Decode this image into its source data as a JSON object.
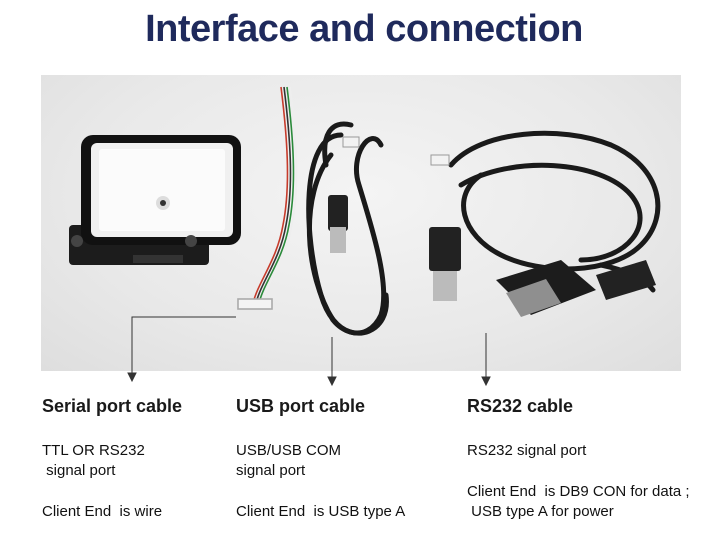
{
  "title": "Interface and connection",
  "columns": [
    {
      "heading": "Serial port cable",
      "desc": [
        "TTL OR RS232",
        " signal port"
      ],
      "client": "Client End  is wire"
    },
    {
      "heading": "USB port cable",
      "desc": [
        "USB/USB COM",
        "signal port"
      ],
      "client": "Client End  is USB type A"
    },
    {
      "heading": "RS232 cable",
      "desc": [
        "RS232 signal port"
      ],
      "client": [
        "Client End  is DB9 CON for data ;",
        " USB type A for power"
      ]
    }
  ]
}
